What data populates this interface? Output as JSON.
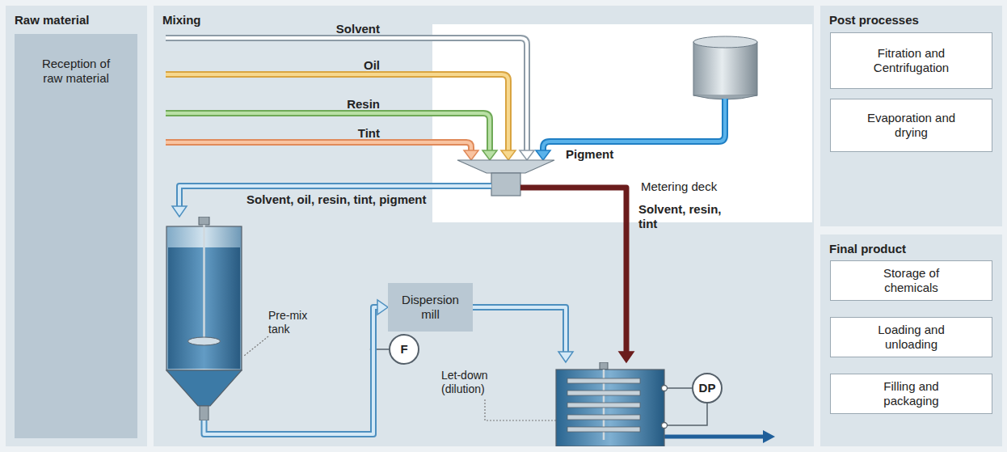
{
  "diagram": {
    "nodes": [
      {
        "text": [
          "Raw material"
        ]
      },
      {
        "text": [
          "Reception of raw material"
        ],
        "in": 0
      },
      {
        "text": [
          "Mixing"
        ]
      },
      {
        "text": [
          "Metering deck"
        ],
        "in": 2
      },
      {
        "text": [
          "Pre-mix tank"
        ],
        "in": 2
      },
      {
        "text": [
          "Dispersion mill"
        ],
        "in": 2
      },
      {
        "text": [
          "F"
        ],
        "in": 2
      },
      {
        "text": [
          "Let-down (dilution)"
        ],
        "in": 2
      },
      {
        "text": [
          "DP"
        ],
        "in": 2
      },
      {
        "text": [
          "Post processes"
        ]
      },
      {
        "text": [
          "Fitration and Centrifugation"
        ],
        "in": 9
      },
      {
        "text": [
          "Evaporation and drying"
        ],
        "in": 9
      },
      {
        "text": [
          "Final product"
        ]
      },
      {
        "text": [
          "Storage of chemicals"
        ],
        "in": 12
      },
      {
        "text": [
          "Loading and unloading"
        ],
        "in": 12
      },
      {
        "text": [
          "Filling and packaging"
        ],
        "in": 12
      }
    ],
    "edges": [
      {
        "from": 3,
        "to": 4,
        "label": "Solvent, oil, resin, tint, pigment",
        "arrow": "to"
      },
      {
        "from": 4,
        "to": 5,
        "arrow": "to"
      },
      {
        "from": 5,
        "to": 7,
        "arrow": "to"
      },
      {
        "from": 3,
        "to": 7,
        "label": "Solvent, resin, tint",
        "arrow": "to"
      }
    ],
    "labels": [
      "Solvent",
      "Oil",
      "Resin",
      "Tint",
      "Pigment"
    ]
  }
}
